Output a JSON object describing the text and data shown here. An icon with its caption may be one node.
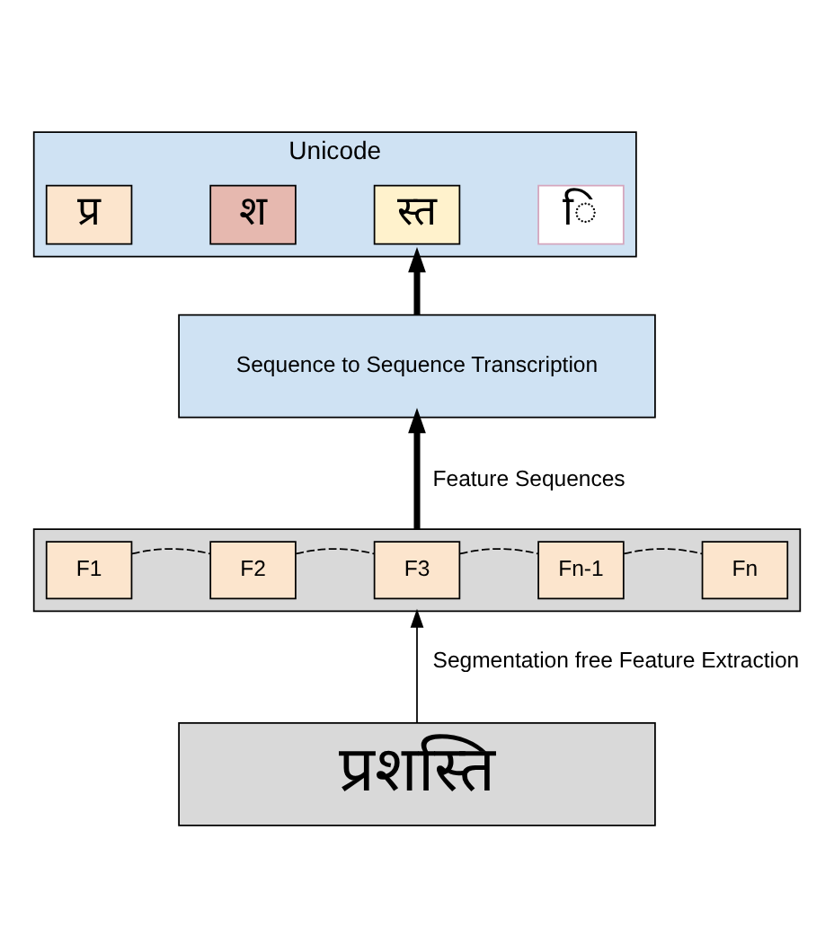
{
  "diagram": {
    "nodes": [
      {
        "text": [
          "Unicode"
        ]
      },
      {
        "text": [
          "प्र"
        ],
        "in": 0
      },
      {
        "text": [
          "श"
        ],
        "in": 0
      },
      {
        "text": [
          "स्त"
        ],
        "in": 0
      },
      {
        "text": [
          "ि"
        ],
        "in": 0
      },
      {
        "text": [
          "Sequence to Sequence Transcription"
        ]
      },
      {
        "text": [],
        "shape": "box"
      },
      {
        "text": [
          "F1"
        ],
        "in": 6
      },
      {
        "text": [
          "F2"
        ],
        "in": 6
      },
      {
        "text": [
          "F3"
        ],
        "in": 6
      },
      {
        "text": [
          "Fn-1"
        ],
        "in": 6
      },
      {
        "text": [
          "Fn"
        ],
        "in": 6
      },
      {
        "text": [
          "प्रशस्ति"
        ]
      }
    ],
    "edges": [
      {
        "from": 5,
        "to": 0,
        "arrow": "to",
        "style": "thick"
      },
      {
        "from": 6,
        "to": 5,
        "arrow": "to",
        "style": "thick",
        "label": "Feature Sequences"
      },
      {
        "from": 7,
        "to": 8,
        "arrow": "none",
        "style": "dashed"
      },
      {
        "from": 8,
        "to": 9,
        "arrow": "none",
        "style": "dashed"
      },
      {
        "from": 9,
        "to": 10,
        "arrow": "none",
        "style": "dashed"
      },
      {
        "from": 10,
        "to": 11,
        "arrow": "none",
        "style": "dashed"
      },
      {
        "from": 12,
        "to": 6,
        "arrow": "to",
        "label": "Segmentation free Feature Extraction"
      }
    ]
  }
}
